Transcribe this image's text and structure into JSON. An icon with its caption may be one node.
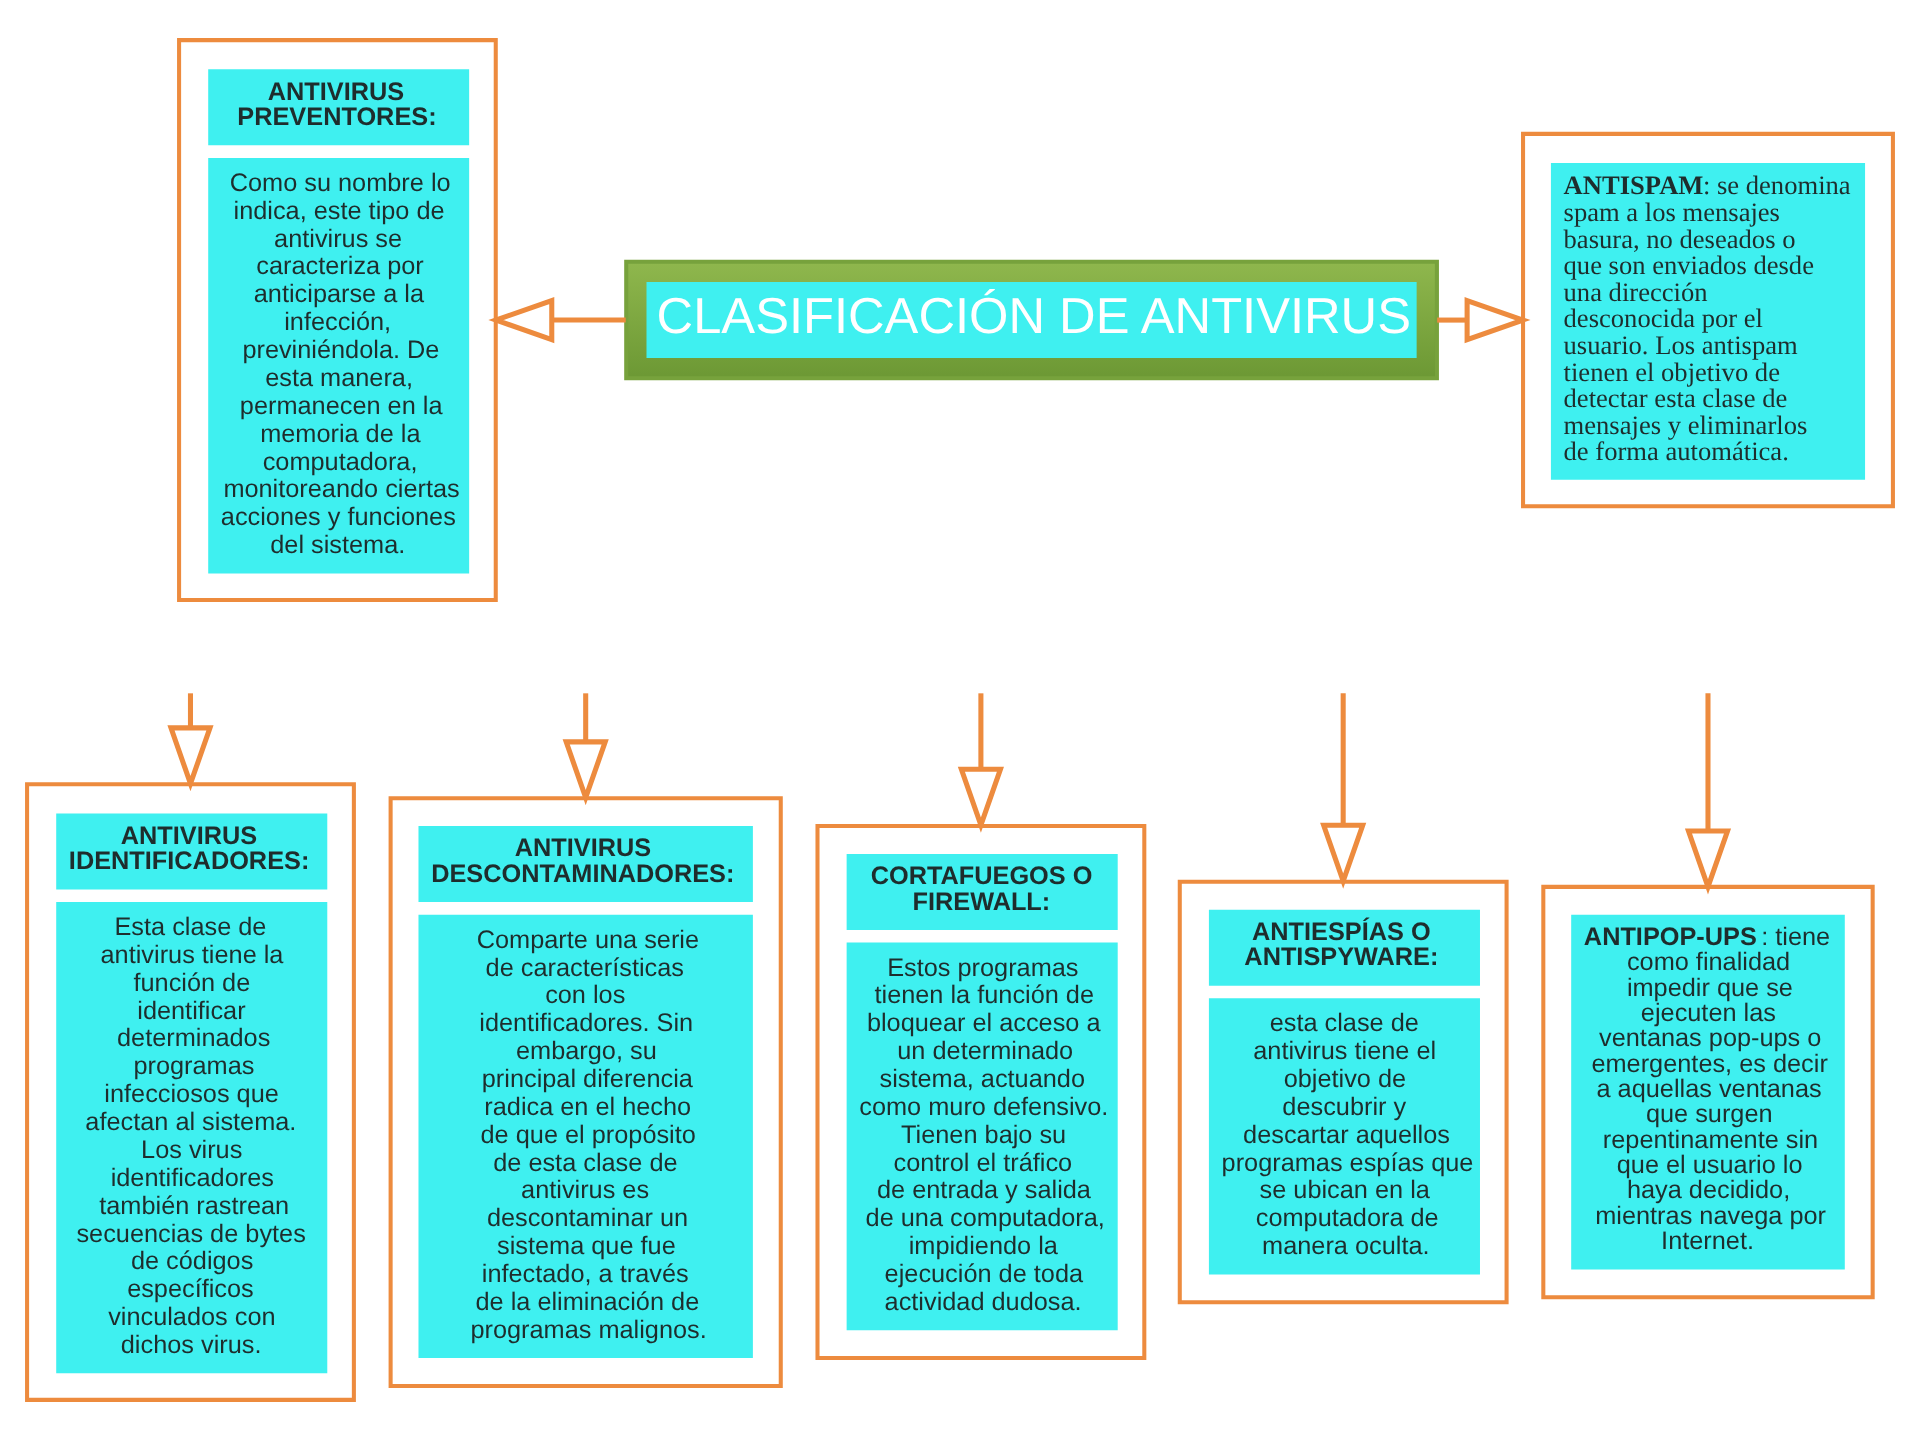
{
  "diagram": {
    "nodes": [
      {
        "text": [
          "CLASIFICACIÓN DE ANTIVIRUS"
        ]
      },
      {
        "text": [
          "ANTIVIRUS PREVENTORES:",
          "Como su nombre lo indica, este tipo de antivirus se caracteriza por anticiparse a la infección, previniéndola. De esta manera, permanecen en la memoria de la computadora, monitoreando ciertas acciones y funciones del sistema."
        ]
      },
      {
        "text": [
          "**ANTISPAM**: se denomina spam a los mensajes basura, no deseados o que son enviados desde una dirección desconocida por el usuario. Los antispam tienen el objetivo de detectar esta clase de mensajes y eliminarlos de forma automática."
        ]
      },
      {
        "text": [
          "ANTIVIRUS IDENTIFICADORES:",
          "Esta clase de antivirus tiene la función de identificar determinados programas infecciosos que afectan al sistema. Los virus identificadores también rastrean secuencias de bytes de códigos específicos vinculados con dichos virus."
        ]
      },
      {
        "text": [
          "ANTIVIRUS DESCONTAMINADORES:",
          "Comparte una serie de características con los identificadores. Sin embargo, su principal diferencia radica en el hecho de que el propósito de esta clase de antivirus es descontaminar un sistema que fue infectado, a través de la eliminación de programas malignos."
        ]
      },
      {
        "text": [
          "CORTAFUEGOS O FIREWALL:",
          "Estos programas tienen la función de bloquear el acceso a un determinado sistema, actuando como muro defensivo. Tienen bajo su control el tráfico de entrada y salida de una computadora, impidiendo la ejecución de toda actividad dudosa."
        ]
      },
      {
        "text": [
          "ANTIESPÍAS O ANTISPYWARE:",
          "esta clase de antivirus tiene el objetivo de descubrir y descartar aquellos programas espías que se ubican en la computadora de manera oculta."
        ]
      },
      {
        "text": [
          "**ANTIPOP-UPS**: tiene como finalidad impedir que se ejecuten las ventanas pop-ups o emergentes, es decir a aquellas ventanas que surgen repentinamente sin que el usuario lo haya decidido, mientras navega por Internet."
        ]
      }
    ],
    "edges": [
      {
        "from": 0,
        "to": 1,
        "arrow": "to"
      },
      {
        "from": 0,
        "to": 2,
        "arrow": "to"
      },
      {
        "from": null,
        "to": 3,
        "arrow": "to"
      },
      {
        "from": null,
        "to": 4,
        "arrow": "to"
      },
      {
        "from": null,
        "to": 5,
        "arrow": "to"
      },
      {
        "from": null,
        "to": 6,
        "arrow": "to"
      },
      {
        "from": null,
        "to": 7,
        "arrow": "to"
      }
    ]
  }
}
